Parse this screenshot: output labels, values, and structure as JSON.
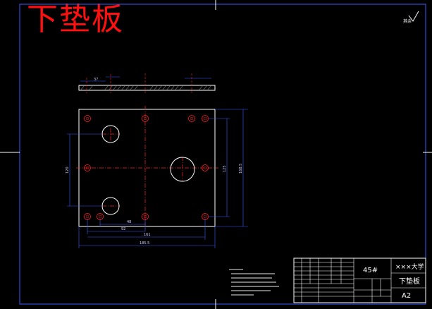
{
  "title_overlay": "下垫板",
  "roughness_symbol": {
    "label": "其余"
  },
  "dimensions": {
    "side_left": "37",
    "bottom_h1": "48",
    "bottom_h2": "92",
    "bottom_h3": "161",
    "bottom_h4": "185.5",
    "right_v1": "168.5",
    "left_v1": "120",
    "right_inner": "125"
  },
  "title_block": {
    "material": "45#",
    "school": "×××大学",
    "part_name": "下垫板",
    "drawing_size": "A2"
  },
  "colors": {
    "background": "#000000",
    "outline": "#ffffff",
    "dimension": "#3a5bff",
    "centerline": "#ff2020",
    "hatch": "#7a7a7a",
    "title": "#ff1010"
  }
}
